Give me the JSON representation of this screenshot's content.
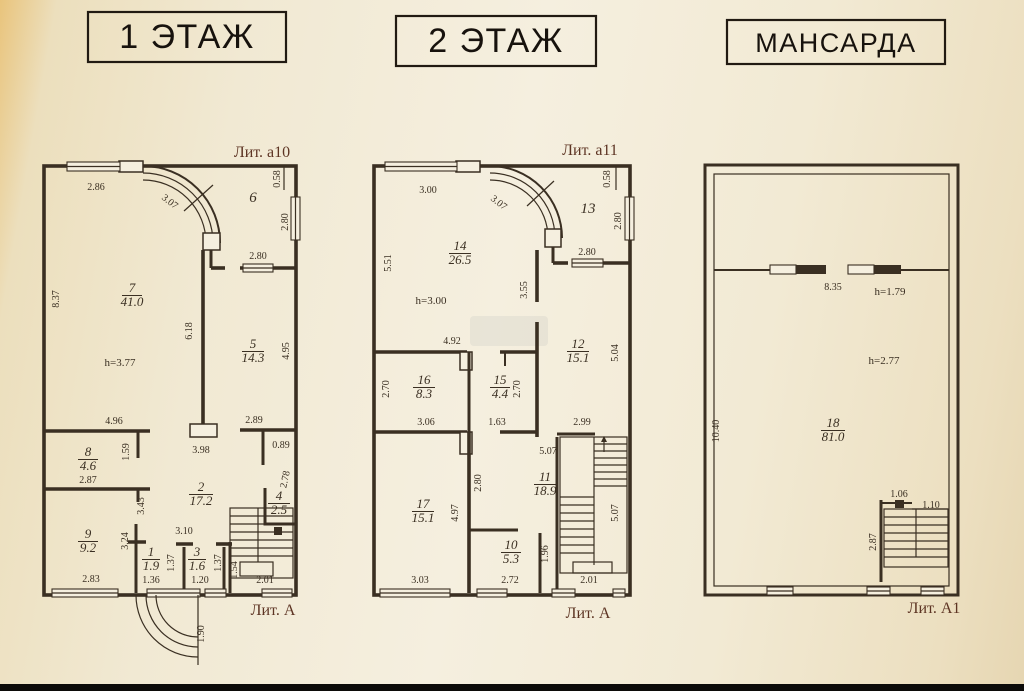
{
  "colors": {
    "paper": "#f1e8d2",
    "ink": "#3a2f22",
    "litera": "#5d3423",
    "title": "#17120d",
    "bottom_bar": "#0c0b09"
  },
  "titles": {
    "floor1": "1 ЭТАЖ",
    "floor2": "2 ЭТАЖ",
    "attic": "МАНСАРДА"
  },
  "floor1": {
    "litera_top": "Лит. а10",
    "litera_bottom": "Лит. А",
    "height": "h=3.77",
    "rooms": {
      "r6": {
        "num": "6"
      },
      "r7": {
        "num": "7",
        "area": "41.0"
      },
      "r5": {
        "num": "5",
        "area": "14.3"
      },
      "r8": {
        "num": "8",
        "area": "4.6"
      },
      "r9": {
        "num": "9",
        "area": "9.2"
      },
      "r2": {
        "num": "2",
        "area": "17.2"
      },
      "r1": {
        "num": "1",
        "area": "1.9"
      },
      "r3": {
        "num": "3",
        "area": "1.6"
      },
      "r4": {
        "num": "4",
        "area": "2.5"
      }
    },
    "dims": {
      "top_w": "2.86",
      "arc": "3.07",
      "notch": "0.58",
      "right_upper": "2.80",
      "room6_win": "2.80",
      "left_h": "8.37",
      "mid_wall": "6.18",
      "right_mid": "4.95",
      "room8_w": "4.96",
      "room8_pier": "1.59",
      "room8_b": "2.87",
      "mid_gap": "3.98",
      "corr_w": "2.89",
      "corr_s": "0.89",
      "room2_l": "3.43",
      "room2_b": "3.10",
      "room9_l": "3.24",
      "right_low": "2.78",
      "bottom_l": "2.83",
      "room1_w": "1.36",
      "room1_h": "1.37",
      "room3_w": "1.20",
      "room3_h": "1.37",
      "stair_l": "1.54",
      "stair_w": "2.01",
      "porch": "1.90"
    }
  },
  "floor2": {
    "litera_top": "Лит. а11",
    "litera_bottom": "Лит. А",
    "height": "h=3.00",
    "rooms": {
      "r13": {
        "num": "13"
      },
      "r14": {
        "num": "14",
        "area": "26.5"
      },
      "r12": {
        "num": "12",
        "area": "15.1"
      },
      "r16": {
        "num": "16",
        "area": "8.3"
      },
      "r15": {
        "num": "15",
        "area": "4.4"
      },
      "r11": {
        "num": "11",
        "area": "18.9"
      },
      "r17": {
        "num": "17",
        "area": "15.1"
      },
      "r10": {
        "num": "10",
        "area": "5.3"
      }
    },
    "dims": {
      "top_w": "3.00",
      "arc": "3.07",
      "notch": "0.58",
      "right_upper": "2.80",
      "room13_win": "2.80",
      "left_h": "5.51",
      "mid_h": "3.55",
      "right_mid": "5.04",
      "room14_b": "4.92",
      "room16_l": "2.70",
      "room15_r": "2.70",
      "room16_b": "3.06",
      "gap": "1.63",
      "stair_top": "2.99",
      "hall_w": "5.07",
      "corr_h": "2.80",
      "room17_r": "4.97",
      "room10_r": "1.96",
      "stair_h": "5.07",
      "bottom_l": "3.03",
      "bottom_m": "2.72",
      "stair_w": "2.01"
    }
  },
  "attic": {
    "litera_bottom": "Лит. А1",
    "height_low": "h=1.79",
    "height_main": "h=2.77",
    "mid_w": "8.35",
    "left_h": "10.40",
    "rooms": {
      "r18": {
        "num": "18",
        "area": "81.0"
      }
    },
    "dims": {
      "stair_a": "1.06",
      "stair_b": "1.10",
      "stair_h": "2.87"
    }
  }
}
